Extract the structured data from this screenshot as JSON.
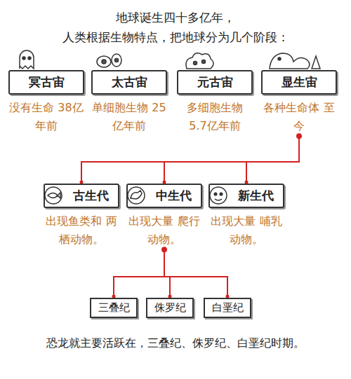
{
  "diagram": {
    "title": "地球诞生四十多亿年，",
    "caption": "恐龙就主要活跃在，三叠纪、侏罗纪、白垩纪时期。",
    "nodes": [
      {
        "text": [
          "冥古宙",
          "没有生命 38亿年前"
        ]
      },
      {
        "text": [
          "太古宙",
          "单细胞生物 25亿年前"
        ]
      },
      {
        "text": [
          "元古宙",
          "多细胞生物 5.7亿年前"
        ]
      },
      {
        "text": [
          "显生宙",
          "各种生命体 至今"
        ]
      },
      {
        "text": [
          "古生代",
          "出现鱼类和 两栖动物。"
        ]
      },
      {
        "text": [
          "中生代",
          "出现大量 爬行动物。"
        ]
      },
      {
        "text": [
          "新生代",
          "出现大量 哺乳动物。"
        ]
      },
      {
        "text": [
          "三叠纪"
        ]
      },
      {
        "text": [
          "侏罗纪"
        ]
      },
      {
        "text": [
          "白垩纪"
        ]
      }
    ],
    "edges": [
      {
        "from": 3,
        "to": 4,
        "arrow": "none"
      },
      {
        "from": 3,
        "to": 5,
        "arrow": "none"
      },
      {
        "from": 3,
        "to": 6,
        "arrow": "none"
      },
      {
        "from": 5,
        "to": 7,
        "arrow": "none"
      },
      {
        "from": 5,
        "to": 8,
        "arrow": "none"
      },
      {
        "from": 5,
        "to": 9,
        "arrow": "none"
      }
    ],
    "labels": [
      "人类根据生物特点，把地球分为几个阶段："
    ]
  }
}
